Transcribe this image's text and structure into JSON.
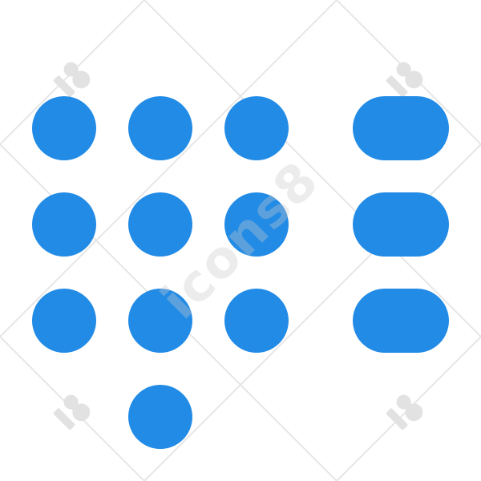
{
  "icon": {
    "name": "dialpad-menu-icon",
    "color": "#228BE6",
    "keypad_keys": 10,
    "menu_bars": 3
  },
  "watermark": {
    "text": "icons8",
    "color": "#D0D0D0",
    "logo_icon": "icons8-logo-icon"
  }
}
